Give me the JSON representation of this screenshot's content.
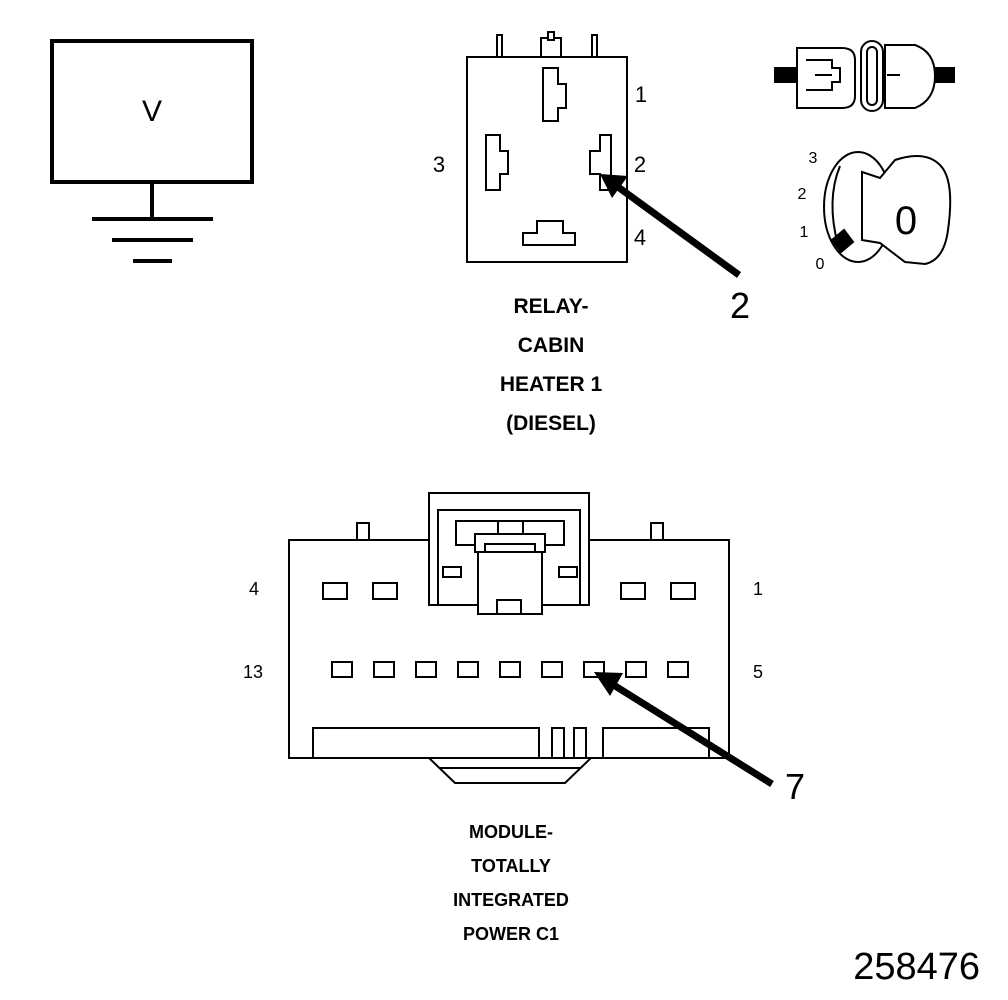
{
  "voltmeter": {
    "symbol": "V"
  },
  "relay": {
    "pins": [
      "1",
      "2",
      "3",
      "4"
    ],
    "callout": "2",
    "title_lines": [
      "RELAY-",
      "CABIN",
      "HEATER 1",
      "(DIESEL)"
    ]
  },
  "ignition": {
    "positions": [
      "3",
      "2",
      "1",
      "0"
    ],
    "key_label": "0"
  },
  "module": {
    "pins": {
      "top_left": "4",
      "top_right": "1",
      "bottom_left": "13",
      "bottom_right": "5"
    },
    "callout": "7",
    "title_lines": [
      "MODULE-",
      "TOTALLY",
      "INTEGRATED",
      "POWER C1"
    ]
  },
  "figure_id": "258476"
}
